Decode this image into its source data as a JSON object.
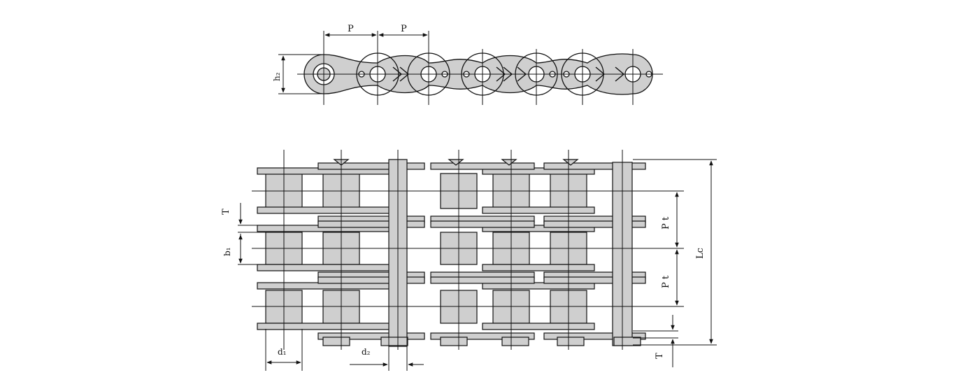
{
  "colors": {
    "link_fill": "#cfcfcf",
    "line": "#111111",
    "background": "#ffffff"
  },
  "side_view": {
    "pitch_label_1": "P",
    "pitch_label_2": "P",
    "height_label": "h₂"
  },
  "plan_view": {
    "thickness_label_top": "T",
    "inner_width_label": "b₁",
    "transverse_pitch_label_1": "P t",
    "transverse_pitch_label_2": "P t",
    "overall_length_label": "Lc",
    "roller_diameter_label": "d₁",
    "pin_diameter_label": "d₂",
    "thickness_label_bottom": "T"
  }
}
